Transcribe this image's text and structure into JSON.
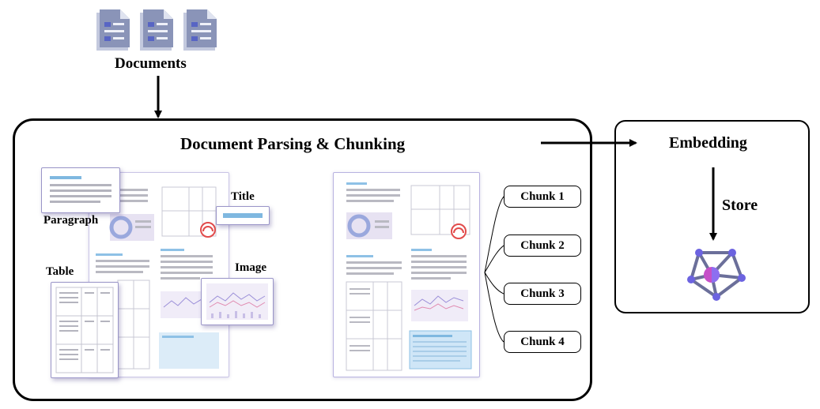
{
  "documents": {
    "label": "Documents",
    "icon": "document-stack-icon",
    "count": 3
  },
  "parsing": {
    "title": "Document Parsing & Chunking",
    "element_labels": {
      "paragraph": "Paragraph",
      "table": "Table",
      "title": "Title",
      "image": "Image"
    }
  },
  "chunks": [
    "Chunk 1",
    "Chunk 2",
    "Chunk 3",
    "Chunk 4"
  ],
  "embedding": {
    "title": "Embedding",
    "store_label": "Store",
    "icon": "vector-graph-icon"
  },
  "colors": {
    "doc_icon": "#8a94b8",
    "accent_blue": "#7fb8e0",
    "node_purple": "#6c63e0",
    "node_center": "#c650c8",
    "edge": "#6b6f9a"
  }
}
